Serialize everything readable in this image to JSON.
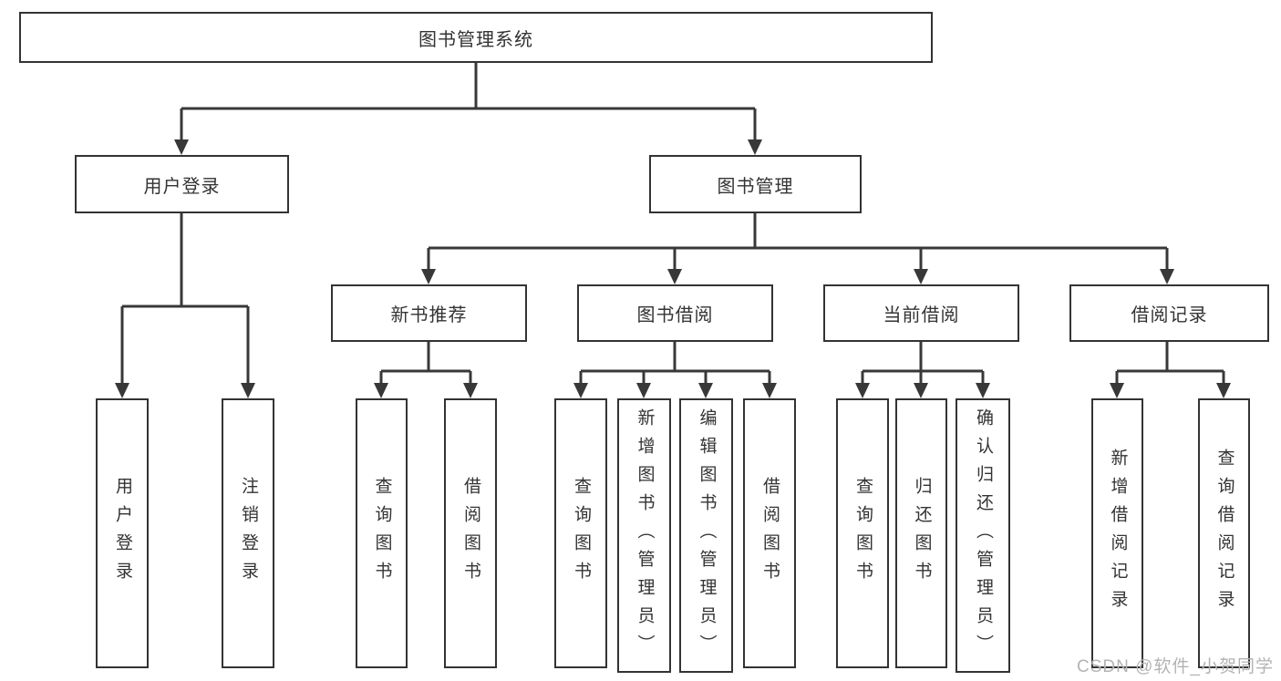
{
  "tree": {
    "root": {
      "label": "图书管理系统"
    },
    "branches": [
      {
        "label": "用户登录",
        "children": [
          {
            "label": "用户登录"
          },
          {
            "label": "注销登录"
          }
        ]
      },
      {
        "label": "图书管理",
        "children": [
          {
            "label": "新书推荐",
            "children": [
              {
                "label": "查询图书"
              },
              {
                "label": "借阅图书"
              }
            ]
          },
          {
            "label": "图书借阅",
            "children": [
              {
                "label": "查询图书"
              },
              {
                "label": "新增图书（管理员）"
              },
              {
                "label": "编辑图书（管理员）"
              },
              {
                "label": "借阅图书"
              }
            ]
          },
          {
            "label": "当前借阅",
            "children": [
              {
                "label": "查询图书"
              },
              {
                "label": "归还图书"
              },
              {
                "label": "确认归还（管理员）"
              }
            ]
          },
          {
            "label": "借阅记录",
            "children": [
              {
                "label": "新增借阅记录"
              },
              {
                "label": "查询借阅记录"
              }
            ]
          }
        ]
      }
    ]
  },
  "watermark": {
    "text": "CSDN @软件_小贺同学"
  },
  "colors": {
    "background": "#ffffff",
    "line": "#383838",
    "box_border": "#333333",
    "text": "#333333",
    "watermark": "#b3b3b3"
  }
}
